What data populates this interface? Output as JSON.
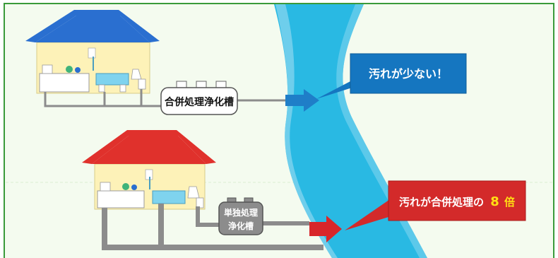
{
  "combined_tank_label": "合併処理浄化槽",
  "single_tank_label_line1": "単独処理",
  "single_tank_label_line2": "浄化槽",
  "callout_top": "汚れが少ない！",
  "callout_bottom_prefix": "汚れが合併処理の",
  "callout_bottom_number": "8",
  "callout_bottom_suffix": "倍",
  "colors": {
    "background": "#f4fbef",
    "frame_border": "#3a9a3a",
    "river": "#29b9e3",
    "river_edge": "#7fd3ee",
    "roof_top": "#2a6fd0",
    "roof_bottom": "#e0312c",
    "house_wall": "#fdf2b8",
    "pipe": "#8c8c8c",
    "arrow_top": "#1f7ec8",
    "arrow_bottom": "#d8262a",
    "callout_top_bg": "#1576c0",
    "callout_bottom_bg": "#d32a2a",
    "highlight_number": "#ffe014"
  },
  "icons": [
    "house-blue-roof-icon",
    "house-red-roof-icon",
    "septic-tank-icon",
    "river-icon",
    "arrow-right-icon"
  ]
}
